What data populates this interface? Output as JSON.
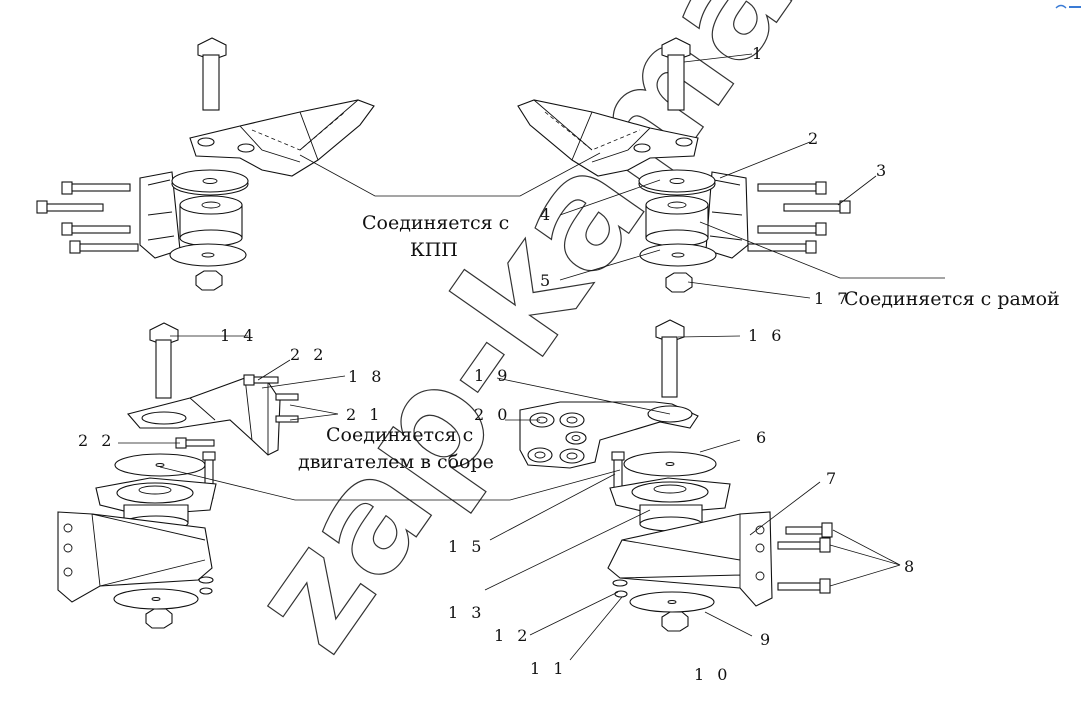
{
  "labels": {
    "n1": "1",
    "n2": "2",
    "n3": "3",
    "n4": "4",
    "n5": "5",
    "n6": "6",
    "n7": "7",
    "n8": "8",
    "n9": "9",
    "n10": "1 0",
    "n11": "1 1",
    "n12": "1 2",
    "n13": "1 3",
    "n14": "1 4",
    "n15": "1 5",
    "n16": "1 6",
    "n17": "1 7",
    "n18": "1 8",
    "n19": "1 9",
    "n20": "2 0",
    "n21": "2 1",
    "n22a": "2 2",
    "n22b": "2 2"
  },
  "captions": {
    "gearbox_line1": "Соединяется с",
    "gearbox_line2": "КПП",
    "frame": "Соединяется с рамой",
    "engine_line1": "Соединяется с",
    "engine_line2": "двигателем в сборе"
  },
  "watermark": {
    "text": "zap-kamaz.ru"
  },
  "colors": {
    "line": "#111111",
    "background": "#ffffff",
    "logo": "#3a7bd5"
  }
}
